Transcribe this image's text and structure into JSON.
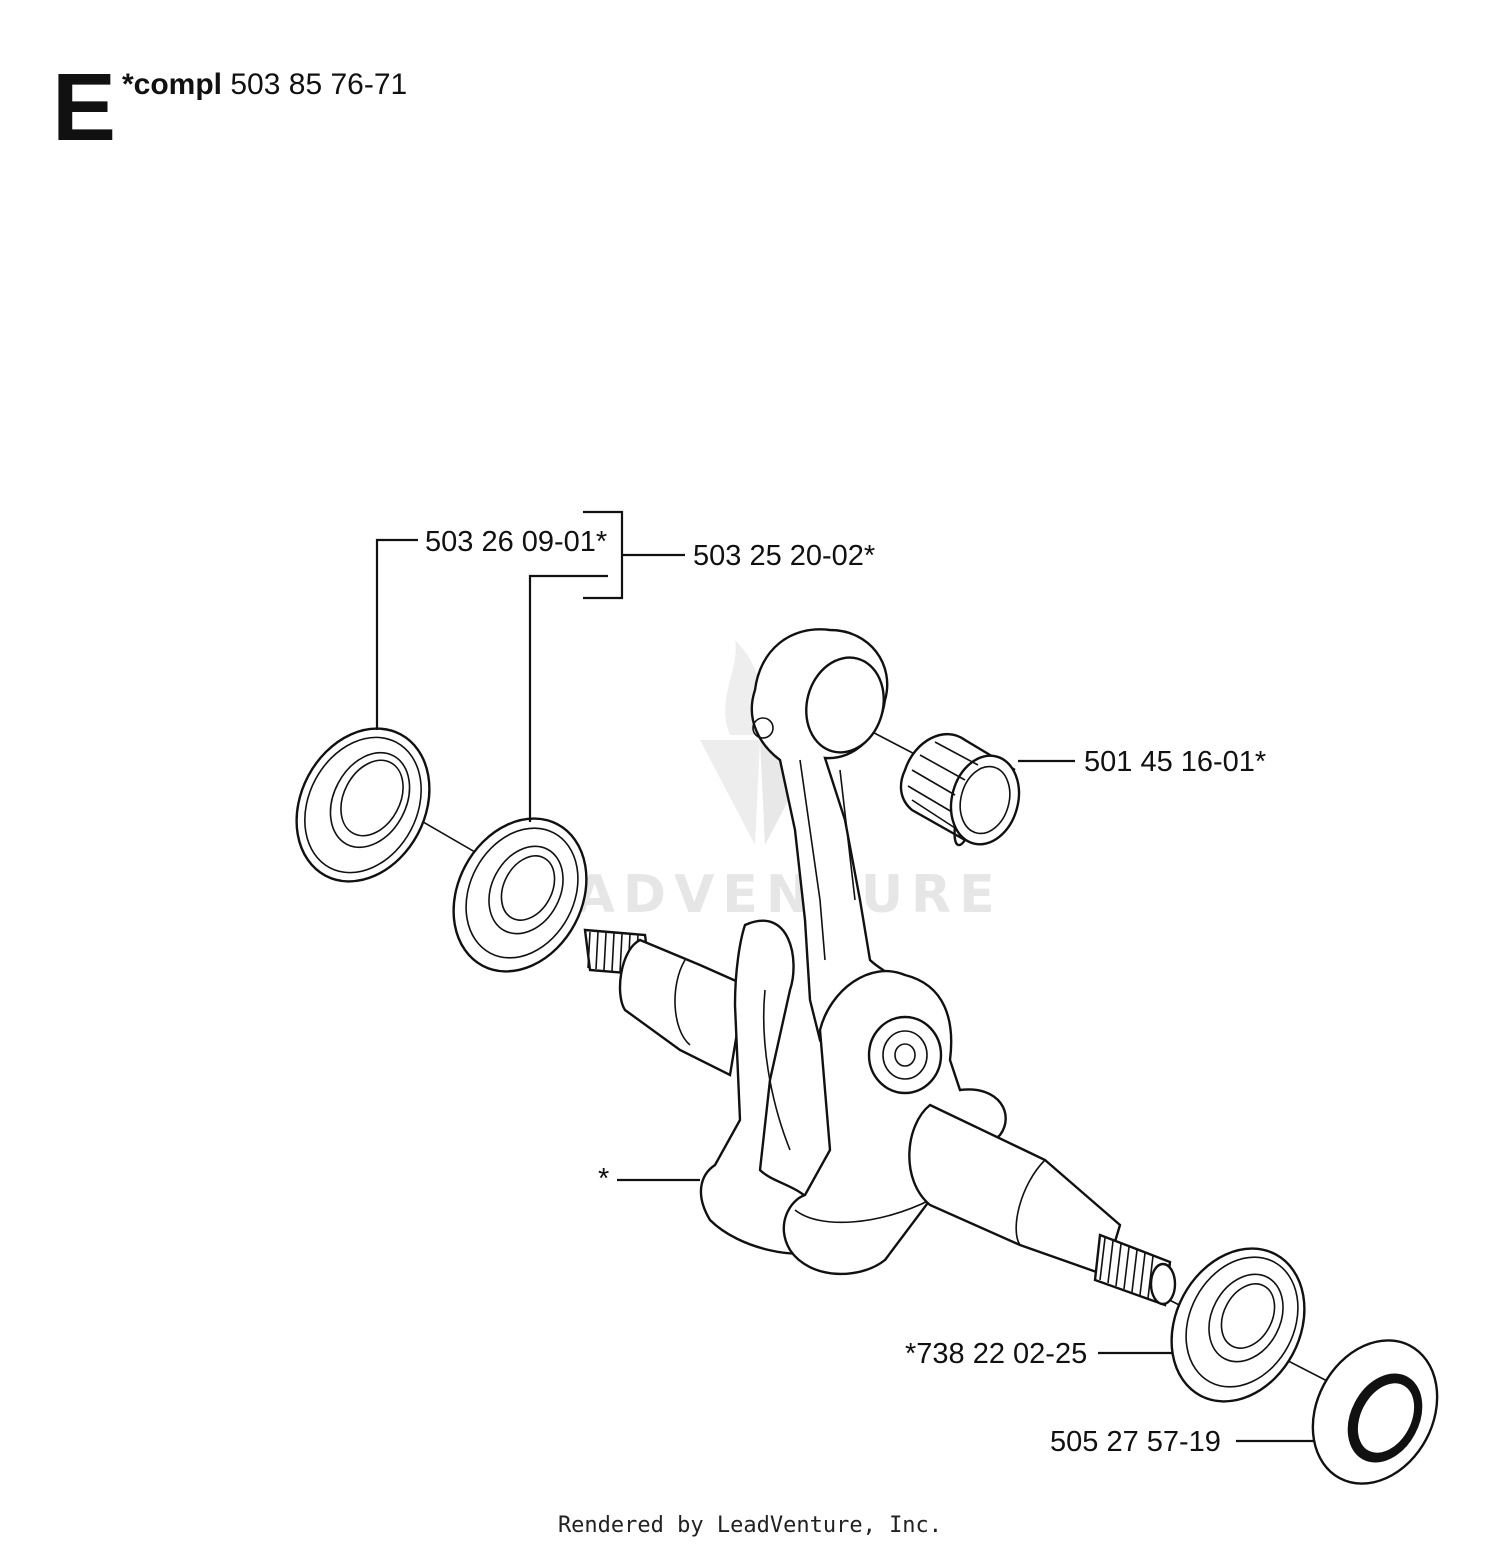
{
  "header": {
    "section_letter": "E",
    "assembly_prefix": "*compl",
    "assembly_number": "503 85 76-71"
  },
  "callouts": {
    "seal_left": "503 26 09-01*",
    "bearing_kit": "503 25 20-02*",
    "needle_bearing": "501 45 16-01*",
    "crankshaft": "*",
    "bearing_right": "*738 22 02-25",
    "seal_right": "505 27 57-19"
  },
  "watermark": "LEADVENTURE",
  "footer": "Rendered by LeadVenture, Inc."
}
